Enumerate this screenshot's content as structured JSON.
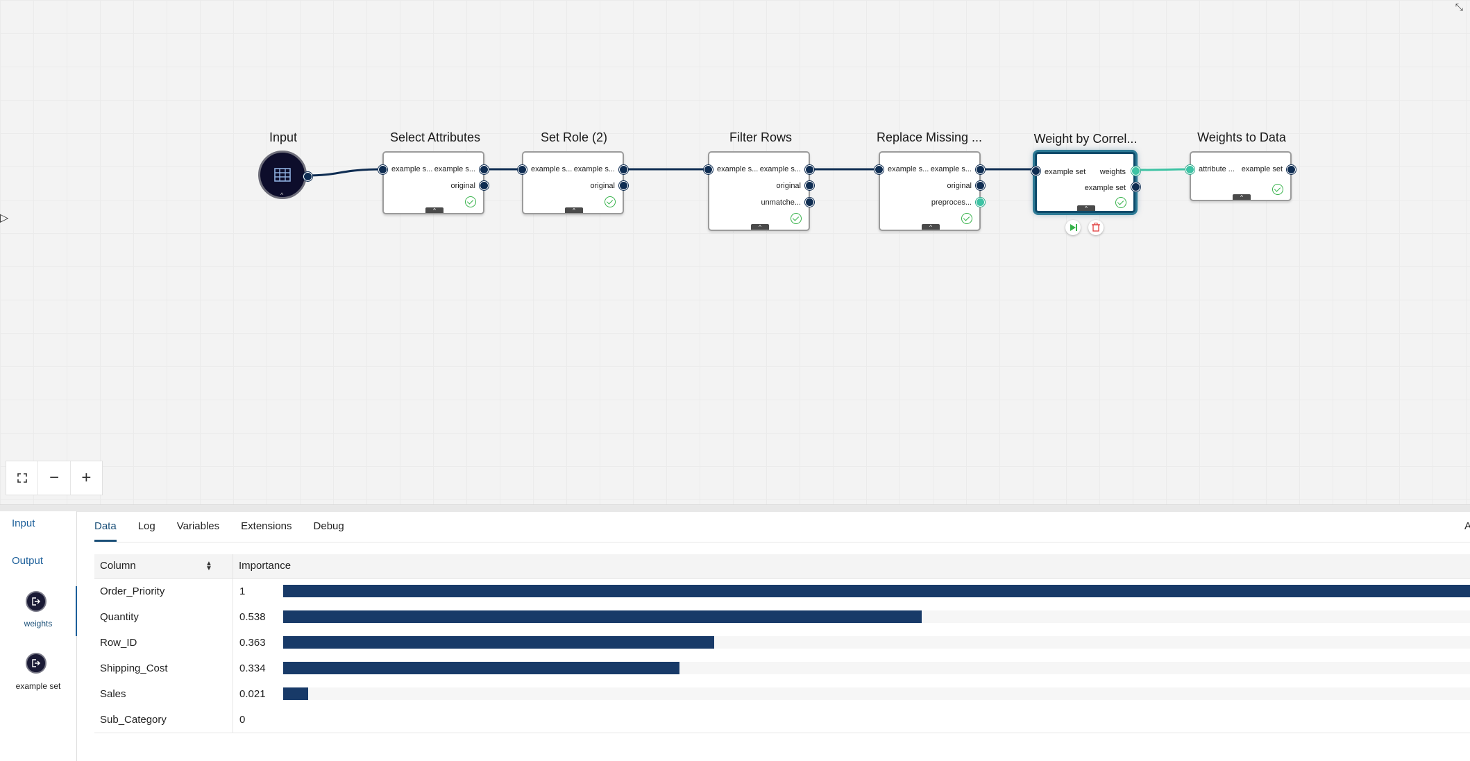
{
  "workflow": {
    "nodes": [
      {
        "id": "input",
        "title": "Input"
      },
      {
        "id": "select_attributes",
        "title": "Select Attributes",
        "inputs": [
          "example s..."
        ],
        "outputs": [
          "example s...",
          "original"
        ]
      },
      {
        "id": "set_role",
        "title": "Set Role (2)",
        "inputs": [
          "example s..."
        ],
        "outputs": [
          "example s...",
          "original"
        ]
      },
      {
        "id": "filter_rows",
        "title": "Filter Rows",
        "inputs": [
          "example s..."
        ],
        "outputs": [
          "example s...",
          "original",
          "unmatche..."
        ]
      },
      {
        "id": "replace_missing",
        "title": "Replace Missing ...",
        "inputs": [
          "example s..."
        ],
        "outputs": [
          "example s...",
          "original",
          "preproces..."
        ]
      },
      {
        "id": "weight_by_correlation",
        "title": "Weight by Correl...",
        "inputs": [
          "example set"
        ],
        "outputs": [
          "weights",
          "example set"
        ],
        "selected": true
      },
      {
        "id": "weights_to_data",
        "title": "Weights to Data",
        "inputs": [
          "attribute ..."
        ],
        "outputs": [
          "example set"
        ]
      }
    ],
    "colors": {
      "port": "#0f2d52",
      "active_port": "#3ec3a4",
      "wire": "#0f2d52",
      "active_wire": "#3ec3a4",
      "selected_border": "#0d4a6a",
      "check": "#36b24a"
    }
  },
  "zoom_controls": {
    "fit": "⛶",
    "zoom_out": "−",
    "zoom_in": "+"
  },
  "left_panel": {
    "input_link": "Input",
    "output_link": "Output",
    "ports": [
      {
        "label": "weights",
        "active": true
      },
      {
        "label": "example set",
        "active": false
      }
    ]
  },
  "tabs": [
    "Data",
    "Log",
    "Variables",
    "Extensions",
    "Debug"
  ],
  "active_tab": "Data",
  "table": {
    "headers": {
      "column": "Column",
      "importance": "Importance"
    },
    "rows": [
      {
        "name": "Order_Priority",
        "value": "1",
        "importance": 1
      },
      {
        "name": "Quantity",
        "value": "0.538",
        "importance": 0.538
      },
      {
        "name": "Row_ID",
        "value": "0.363",
        "importance": 0.363
      },
      {
        "name": "Shipping_Cost",
        "value": "0.334",
        "importance": 0.334
      },
      {
        "name": "Sales",
        "value": "0.021",
        "importance": 0.021
      },
      {
        "name": "Sub_Category",
        "value": "0",
        "importance": 0
      }
    ],
    "bar_color": "#183a68"
  },
  "corner_label": "A"
}
